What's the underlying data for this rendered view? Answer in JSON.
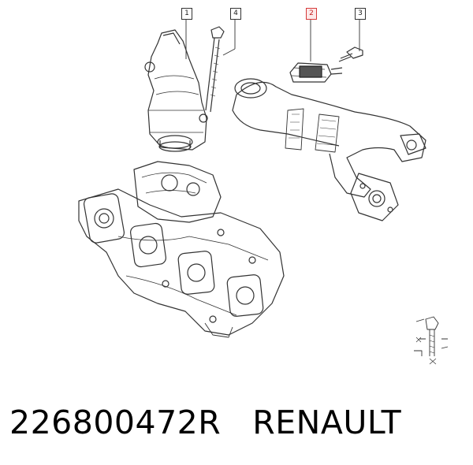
{
  "callouts": [
    {
      "id": "c1",
      "label": "1",
      "highlight": false
    },
    {
      "id": "c4",
      "label": "4",
      "highlight": false
    },
    {
      "id": "c2",
      "label": "2",
      "highlight": true
    },
    {
      "id": "c3",
      "label": "3",
      "highlight": false
    }
  ],
  "caption": {
    "part_number": "226800472R",
    "brand": "RENAULT"
  },
  "colors": {
    "line": "#333333",
    "highlight": "#d63a3a"
  }
}
